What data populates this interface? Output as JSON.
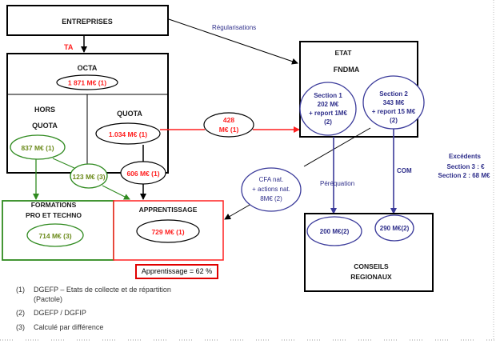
{
  "colors": {
    "black": "#000000",
    "red": "#ff2020",
    "green": "#2f8a1f",
    "green_text": "#6b8a1a",
    "blue": "#3a3a9a",
    "blue_text": "#2e2e8a"
  },
  "nodes": {
    "entreprises": "ENTREPRISES",
    "octa": "OCTA",
    "octa_amount": "1 871 M€ (1)",
    "hors_quota_line1": "HORS",
    "hors_quota_line2": "QUOTA",
    "quota": "QUOTA",
    "quota_amount": "1.034 M€ (1)",
    "hors_quota_amount": "837 M€ (1)",
    "transfer_123": "123 M€ (3)",
    "transfer_606": "606 M€ (1)",
    "transfer_428_line1": "428",
    "transfer_428_line2": "M€ (1)",
    "etat": "ETAT",
    "fndma": "FNDMA",
    "section1": [
      "Section 1",
      "202 M€",
      "+ report 1M€",
      "(2)"
    ],
    "section2": [
      "Section 2",
      "343 M€",
      "+ report 15 M€",
      "(2)"
    ],
    "cfa": [
      "CFA nat.",
      "+ actions nat.",
      "8M€ (2)"
    ],
    "formations_line1": "FORMATIONS",
    "formations_line2": "PRO ET TECHNO",
    "formations_amount": "714 M€ (3)",
    "apprentissage": "APPRENTISSAGE",
    "apprentissage_amount": "729 M€ (1)",
    "apprentissage_ratio": "Apprentissage = 62 %",
    "conseils_line1": "CONSEILS",
    "conseils_line2": "REGIONAUX",
    "conseils_amount1": "200 M€(2)",
    "conseils_amount2": "290 M€(2)"
  },
  "edge_labels": {
    "ta": "TA",
    "regularisations": "Régularisations",
    "perequation": "Péréquation",
    "com": "COM"
  },
  "excedents": {
    "title": "Excédents",
    "line1": "Section 3 : €",
    "line2": "Section 2 : 68 M€"
  },
  "footnotes": [
    {
      "num": "(1)",
      "text": "DGEFP – Etats de collecte et de répartition",
      "text2": "(Pactole)"
    },
    {
      "num": "(2)",
      "text": "DGEFP / DGFIP"
    },
    {
      "num": "(3)",
      "text": "Calculé par différence"
    }
  ]
}
